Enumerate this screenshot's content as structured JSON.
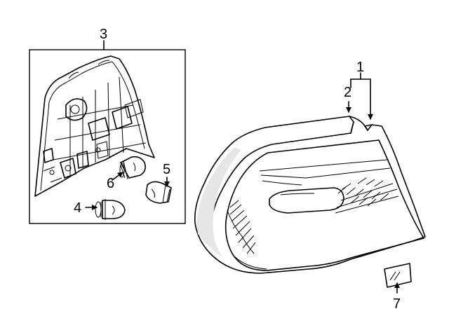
{
  "callouts": {
    "c1": "1",
    "c2": "2",
    "c3": "3",
    "c4": "4",
    "c5": "5",
    "c6": "6",
    "c7": "7"
  },
  "colors": {
    "line": "#000000",
    "background": "#ffffff",
    "shade": "#e6e6e6"
  }
}
